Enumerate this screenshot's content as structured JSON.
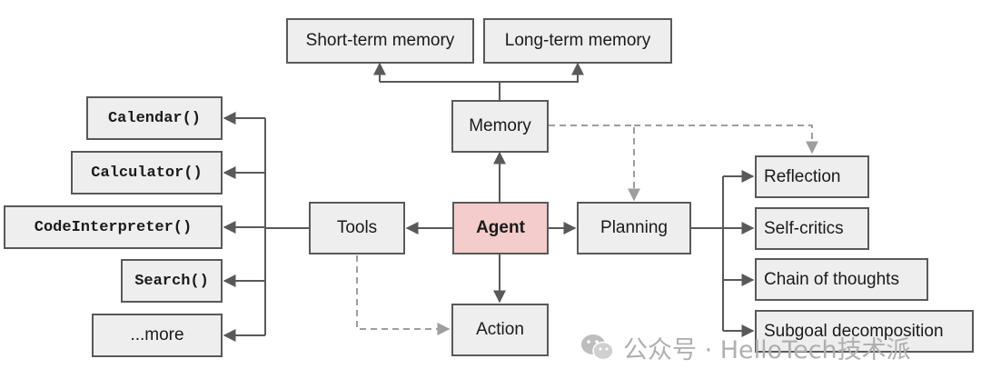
{
  "nodes": {
    "short_term_memory": "Short-term memory",
    "long_term_memory": "Long-term memory",
    "memory": "Memory",
    "calendar": "Calendar()",
    "calculator": "Calculator()",
    "code_interpreter": "CodeInterpreter()",
    "search": "Search()",
    "more": "...more",
    "tools": "Tools",
    "agent": "Agent",
    "planning": "Planning",
    "action": "Action",
    "reflection": "Reflection",
    "self_critics": "Self-critics",
    "chain_of_thoughts": "Chain of thoughts",
    "subgoal_decomposition": "Subgoal decomposition"
  },
  "watermark": "公众号 · HelloTech技术派",
  "colors": {
    "node_fill": "#eeeeee",
    "agent_fill": "#f4cccc",
    "edge": "#595959",
    "dashed_edge": "#9e9e9e"
  }
}
